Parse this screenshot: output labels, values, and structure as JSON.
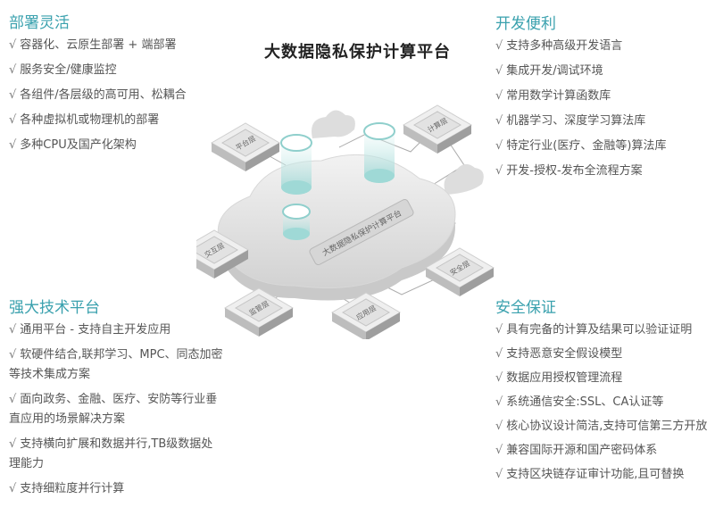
{
  "title": "大数据隐私保护计算平台",
  "check": "√",
  "sections": [
    {
      "heading": "部署灵活",
      "items": [
        "容器化、云原生部署 + 端部署",
        "服务安全/健康监控",
        "各组件/各层级的高可用、松耦合",
        "各种虚拟机或物理机的部署",
        "多种CPU及国产化架构"
      ]
    },
    {
      "heading": "开发便利",
      "items": [
        "支持多种高级开发语言",
        "集成开发/调试环境",
        "常用数学计算函数库",
        "机器学习、深度学习算法库",
        "特定行业(医疗、金融等)算法库",
        "开发-授权-发布全流程方案"
      ]
    },
    {
      "heading": "强大技术平台",
      "items": [
        "通用平台 - 支持自主开发应用",
        "软硬件结合,联邦学习、MPC、同态加密等技术集成方案",
        "面向政务、金融、医疗、安防等行业垂直应用的场景解决方案",
        "支持横向扩展和数据并行,TB级数据处理能力",
        "支持细粒度并行计算"
      ]
    },
    {
      "heading": "安全保证",
      "items": [
        "具有完备的计算及结果可以验证证明",
        "支持恶意安全假设模型",
        "数据应用授权管理流程",
        "系统通信安全:SSL、CA认证等",
        "核心协议设计简洁,支持可信第三方开放",
        "兼容国际开源和国产密码体系",
        "支持区块链存证审计功能,且可替换"
      ]
    }
  ],
  "diagram": {
    "chips": [
      "平台层",
      "计算层",
      "交互层",
      "安全层",
      "监管层",
      "应用层"
    ],
    "cloud_label": "大数据隐私保护计算平台"
  },
  "colors": {
    "accent": "#3aa1ae",
    "text": "#555555",
    "teal_glass": "#9fd9d6"
  }
}
